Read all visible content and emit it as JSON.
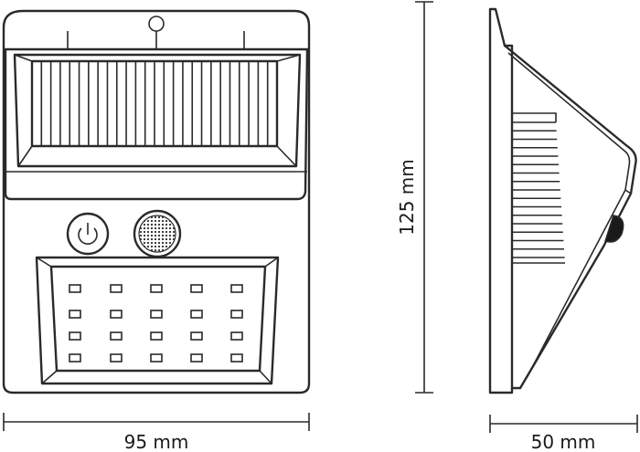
{
  "dimensions": {
    "width_label": "95 mm",
    "height_label": "125 mm",
    "depth_label": "50 mm"
  },
  "device": {
    "led_rows": 4,
    "led_cols": 5,
    "led_count": 20,
    "solar_cells": 26,
    "heatsink_fins": 17
  }
}
